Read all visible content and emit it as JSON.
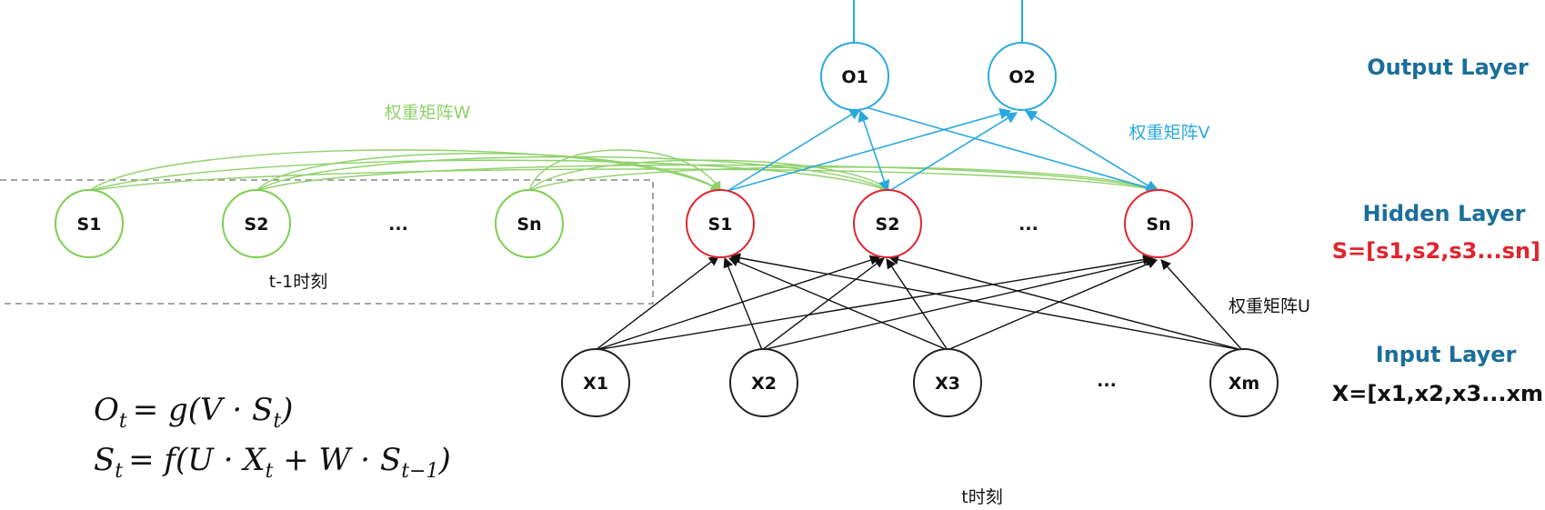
{
  "layers": {
    "output": "Output Layer",
    "hidden": "Hidden Layer",
    "input": "Input Layer"
  },
  "vectors": {
    "hidden": "S=[s1,s2,s3...sn]",
    "input": "X=[x1,x2,x3...xm"
  },
  "weights": {
    "w": "权重矩阵W",
    "v": "权重矩阵V",
    "u": "权重矩阵U"
  },
  "time": {
    "prev": "t-1时刻",
    "current": "t时刻"
  },
  "nodes": {
    "output": [
      "O1",
      "O2"
    ],
    "hidden": [
      "S1",
      "S2",
      "...",
      "Sn"
    ],
    "prev_hidden": [
      "S1",
      "S2",
      "...",
      "Sn"
    ],
    "input": [
      "X1",
      "X2",
      "X3",
      "...",
      "Xm"
    ]
  },
  "formulas": {
    "o_lhs": "O",
    "o_lhs_sub": "t",
    "o_rhs": "= g(V · S",
    "o_rhs_sub": "t",
    "o_close": ")",
    "s_lhs": "S",
    "s_lhs_sub": "t",
    "s_rhs1": "= f(U · X",
    "s_rhs1_sub": "t",
    "s_rhs2": " + W · S",
    "s_rhs2_sub": "t−1",
    "s_close": ")"
  },
  "colors": {
    "output_node": "#29a8e0",
    "hidden_node": "#e0242c",
    "prev_node": "#7ccf4e",
    "input_node": "#222222",
    "w_arrow": "#8fd16a",
    "v_arrow": "#29a8e0",
    "u_arrow": "#111111",
    "layer_label": "#1a6e9a",
    "hidden_vector": "#e0242c"
  }
}
